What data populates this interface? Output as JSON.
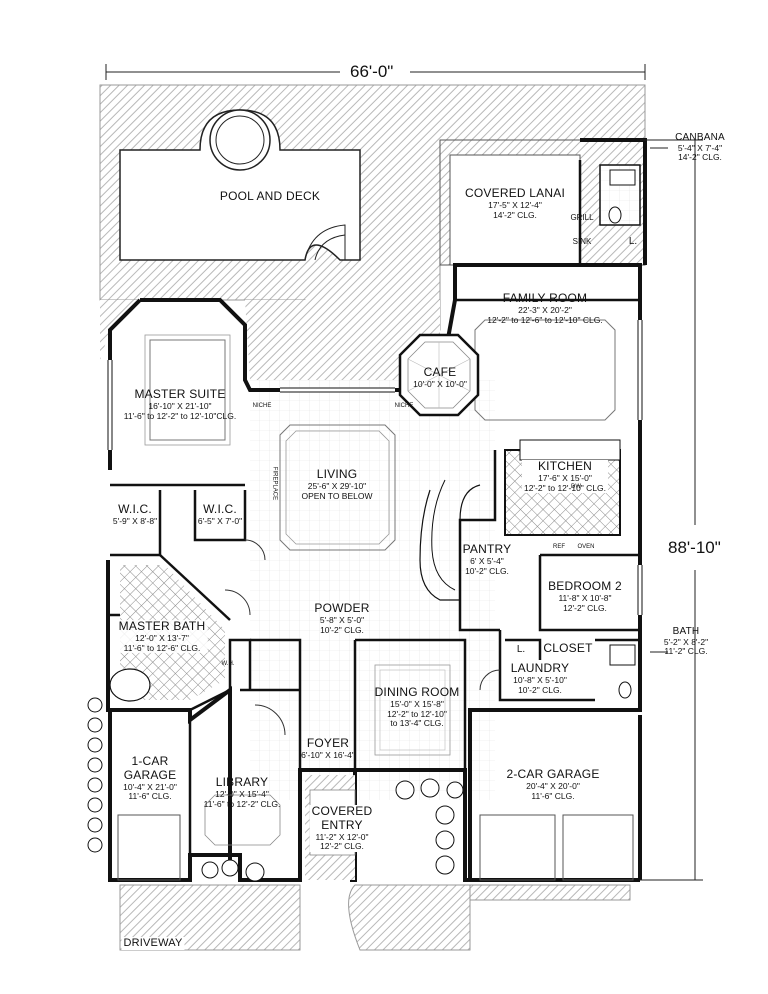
{
  "dimensions": {
    "width": "66'-0\"",
    "depth": "88'-10\""
  },
  "rooms": {
    "pool": {
      "name": "POOL AND DECK"
    },
    "canbana": {
      "name": "CANBANA",
      "line1": "5'-4\" X 7'-4\"",
      "line2": "14'-2\" CLG."
    },
    "covered_lanai": {
      "name": "COVERED LANAI",
      "line1": "17'-5\" X 12'-4\"",
      "line2": "14'-2\" CLG."
    },
    "family_room": {
      "name": "FAMILY ROOM",
      "line1": "22'-3\" X 20'-2\"",
      "line2": "12'-2\" to 12'-6\" to 12'-10\" CLG."
    },
    "cafe": {
      "name": "CAFE",
      "line1": "10'-0\" X 10'-0\""
    },
    "master_suite": {
      "name": "MASTER SUITE",
      "line1": "16'-10\" X 21'-10\"",
      "line2": "11'-6\" to 12'-2\" to 12'-10\"CLG."
    },
    "living": {
      "name": "LIVING",
      "line1": "25'-6\" X 29'-10\"",
      "line2": "OPEN TO BELOW"
    },
    "kitchen": {
      "name": "KITCHEN",
      "line1": "17'-6\" X 15'-0\"",
      "line2": "12'-2\" to 12'-10\" CLG."
    },
    "wic1": {
      "name": "W.I.C.",
      "line1": "5'-9\" X 8'-8\""
    },
    "wic2": {
      "name": "W.I.C.",
      "line1": "6'-5\" X 7'-0\""
    },
    "pantry": {
      "name": "PANTRY",
      "line1": "6' X 5'-4\"",
      "line2": "10'-2\" CLG."
    },
    "bedroom2": {
      "name": "BEDROOM 2",
      "line1": "11'-8\" X 10'-8\"",
      "line2": "12'-2\" CLG."
    },
    "powder": {
      "name": "POWDER",
      "line1": "5'-8\" X 5'-0\"",
      "line2": "10'-2\" CLG."
    },
    "master_bath": {
      "name": "MASTER BATH",
      "line1": "12'-0\" X 13'-7\"",
      "line2": "11'-6\" to 12'-6\" CLG."
    },
    "closet": {
      "name": "CLOSET"
    },
    "bath": {
      "name": "BATH",
      "line1": "5'-2\" X 8'-2\"",
      "line2": "11'-2\" CLG."
    },
    "laundry": {
      "name": "LAUNDRY",
      "line1": "10'-8\" X 5'-10\"",
      "line2": "10'-2\" CLG."
    },
    "dining_room": {
      "name": "DINING ROOM",
      "line1": "15'-0\" X 15'-8\"",
      "line2": "12'-2\" to 12'-10\"",
      "line3": "to 13'-4\" CLG."
    },
    "foyer": {
      "name": "FOYER",
      "line1": "6'-10\" X 16'-4\""
    },
    "garage1": {
      "name": "1-CAR",
      "name2": "GARAGE",
      "line1": "10'-4\" X 21'-0\"",
      "line2": "11'-6\" CLG."
    },
    "library": {
      "name": "LIBRARY",
      "line1": "12'-0\" X 15'-4\"",
      "line2": "11'-6\" to 12'-2\" CLG."
    },
    "garage2": {
      "name": "2-CAR GARAGE",
      "line1": "20'-4\" X 20'-0\"",
      "line2": "11'-6\" CLG."
    },
    "covered_entry": {
      "name": "COVERED",
      "name2": "ENTRY",
      "line1": "11'-2\" X 12'-0\"",
      "line2": "12'-2\" CLG."
    },
    "driveway": {
      "name": "DRIVEWAY"
    }
  },
  "fixtures": {
    "grill": "GRILL",
    "sink": "SINK",
    "fireplace": "FIREPLACE",
    "niche": "NICHE",
    "ref": "REF",
    "oven": "OVEN",
    "dw": "DW",
    "wh": "W.H.",
    "l": "L."
  },
  "colors": {
    "wall": "#111111",
    "paving": "#bdbdbd",
    "tile": "#9a9a9a"
  }
}
